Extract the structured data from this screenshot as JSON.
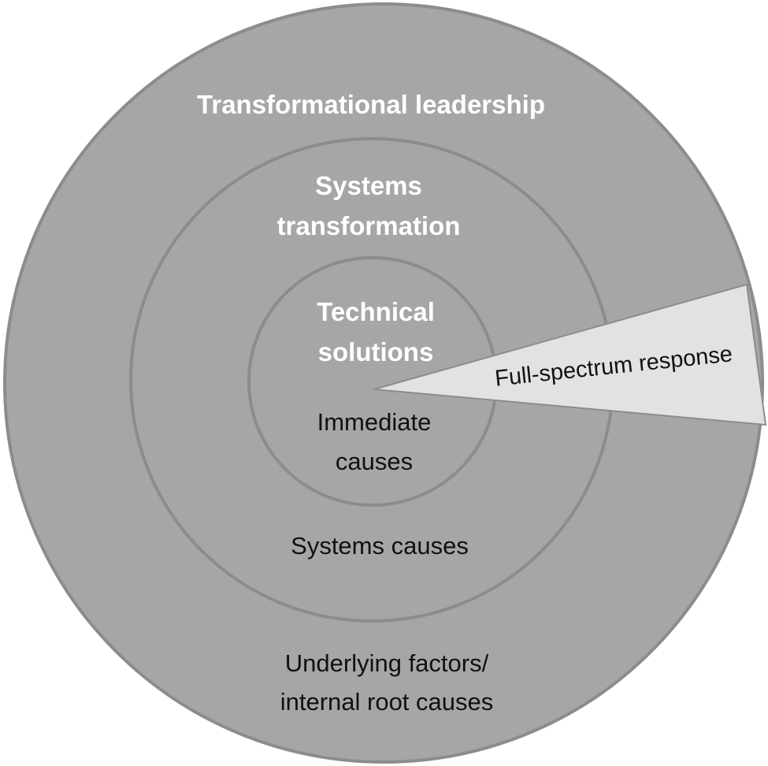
{
  "colors": {
    "ring_fill": "#a6a6a6",
    "ring_stroke": "#8c8c8c",
    "wedge_fill": "#e2e2e2",
    "wedge_stroke": "#8c8c8c",
    "bold_label": "#ffffff",
    "plain_label": "#111111"
  },
  "outer_ring": {
    "response_label": "Transformational leadership",
    "cause_label_line1": "Underlying factors/",
    "cause_label_line2": "internal root causes"
  },
  "middle_ring": {
    "response_label_line1": "Systems",
    "response_label_line2": "transformation",
    "cause_label": "Systems causes"
  },
  "inner_ring": {
    "response_label_line1": "Technical",
    "response_label_line2": "solutions",
    "cause_label_line1": "Immediate",
    "cause_label_line2": "causes"
  },
  "wedge": {
    "label": "Full-spectrum response"
  }
}
